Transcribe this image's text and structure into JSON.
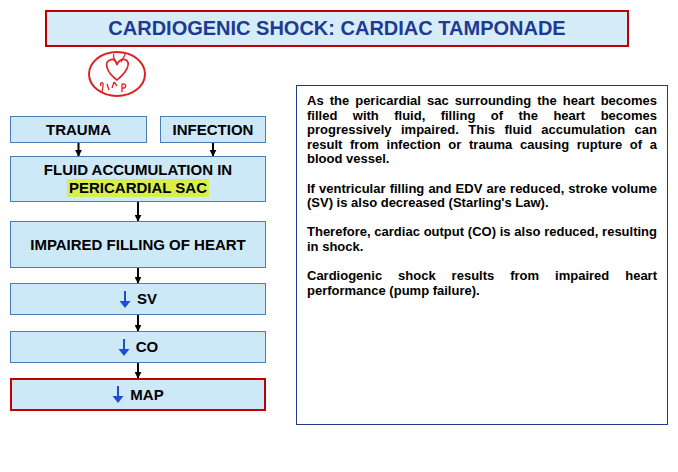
{
  "diagram": {
    "title": "CARDIOGENIC SHOCK: CARDIAC TAMPONADE",
    "nodes": [
      {
        "text": [
          "TRAUMA"
        ]
      },
      {
        "text": [
          "INFECTION"
        ]
      },
      {
        "text": [
          "FLUID ACCUMULATION IN",
          "PERICARDIAL SAC"
        ]
      },
      {
        "text": [
          "IMPAIRED FILLING OF HEART"
        ]
      },
      {
        "text": [
          "SV"
        ]
      },
      {
        "text": [
          "CO"
        ]
      },
      {
        "text": [
          "MAP"
        ]
      },
      {
        "text": [
          "As the pericardial sac surrounding the heart becomes filled with fluid, filling of the heart becomes progressively impaired. This fluid accumulation can result from infection or trauma causing rupture of a blood vessel.",
          "If ventricular filling and EDV are reduced, stroke volume (SV) is also decreased (Starling's Law).",
          "Therefore, cardiac output (CO) is also reduced, resulting in shock.",
          "Cardiogenic shock results from impaired heart performance (pump failure)."
        ]
      }
    ],
    "edges": [
      {
        "from": 0,
        "to": 2,
        "arrow": "to"
      },
      {
        "from": 1,
        "to": 2,
        "arrow": "to"
      },
      {
        "from": 2,
        "to": 3,
        "arrow": "to"
      },
      {
        "from": 3,
        "to": 4,
        "arrow": "to"
      },
      {
        "from": 4,
        "to": 5,
        "arrow": "to"
      },
      {
        "from": 5,
        "to": 6,
        "arrow": "to"
      }
    ]
  }
}
